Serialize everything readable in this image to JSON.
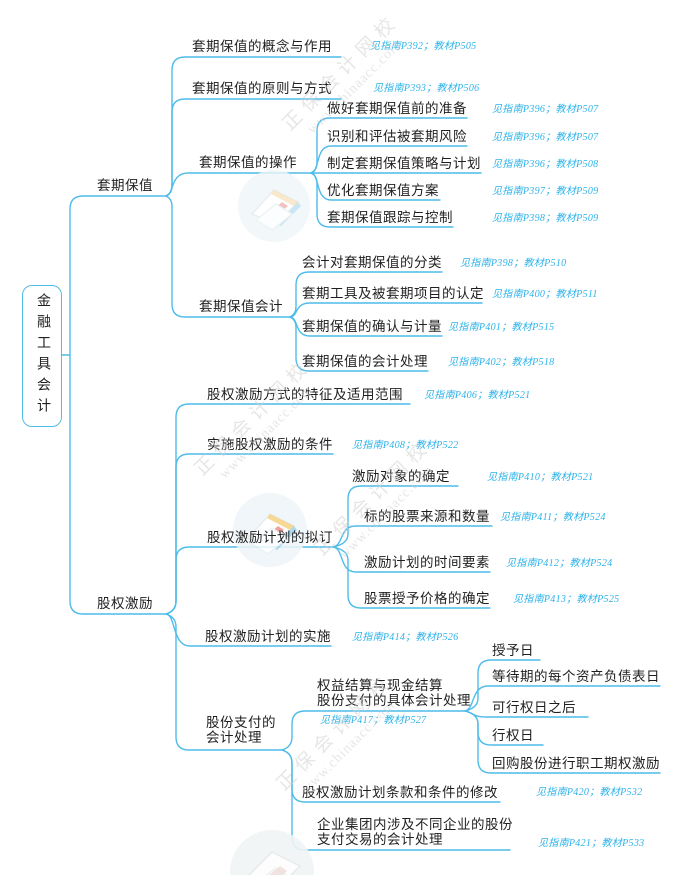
{
  "colors": {
    "branch_line": "#4fbce9",
    "ref_text": "#2eb3ea",
    "node_text": "#1f1f1f",
    "watermark": "#d2d2d2"
  },
  "root": {
    "label": "金融工具会计"
  },
  "watermark": {
    "brand": "正保会计网校",
    "url": "www.chinaacc.com",
    "logo": "paper-plane-logo"
  },
  "tree": {
    "hedging": {
      "label": "套期保值",
      "children": [
        {
          "label": "套期保值的概念与作用",
          "ref": "见指南P392；教材P505"
        },
        {
          "label": "套期保值的原则与方式",
          "ref": "见指南P393；教材P506"
        },
        {
          "label": "套期保值的操作",
          "children": [
            {
              "label": "做好套期保值前的准备",
              "ref": "见指南P396；教材P507"
            },
            {
              "label": "识别和评估被套期风险",
              "ref": "见指南P396；教材P507"
            },
            {
              "label": "制定套期保值策略与计划",
              "ref": "见指南P396；教材P508"
            },
            {
              "label": "优化套期保值方案",
              "ref": "见指南P397；教材P509"
            },
            {
              "label": "套期保值跟踪与控制",
              "ref": "见指南P398；教材P509"
            }
          ]
        },
        {
          "label": "套期保值会计",
          "children": [
            {
              "label": "会计对套期保值的分类",
              "ref": "见指南P398；教材P510"
            },
            {
              "label": "套期工具及被套期项目的认定",
              "ref": "见指南P400；教材P511"
            },
            {
              "label": "套期保值的确认与计量",
              "ref": "见指南P401；教材P515"
            },
            {
              "label": "套期保值的会计处理",
              "ref": "见指南P402；教材P518"
            }
          ]
        }
      ]
    },
    "equity": {
      "label": "股权激励",
      "children": [
        {
          "label": "股权激励方式的特征及适用范围",
          "ref": "见指南P406；教材P521"
        },
        {
          "label": "实施股权激励的条件",
          "ref": "见指南P408；教材P522"
        },
        {
          "label": "股权激励计划的拟订",
          "children": [
            {
              "label": "激励对象的确定",
              "ref": "见指南P410；教材P521"
            },
            {
              "label": "标的股票来源和数量",
              "ref": "见指南P411；教材P524"
            },
            {
              "label": "激励计划的时间要素",
              "ref": "见指南P412；教材P524"
            },
            {
              "label": "股票授予价格的确定",
              "ref": "见指南P413；教材P525"
            }
          ]
        },
        {
          "label": "股权激励计划的实施",
          "ref": "见指南P414；教材P526"
        },
        {
          "lines": [
            "股份支付的",
            "会计处理"
          ],
          "children": [
            {
              "lines": [
                "权益结算与现金结算",
                "股份支付的具体会计处理"
              ],
              "ref": "见指南P417；教材P527",
              "children": [
                {
                  "label": "授予日"
                },
                {
                  "label": "等待期的每个资产负债表日"
                },
                {
                  "label": "可行权日之后"
                },
                {
                  "label": "行权日"
                },
                {
                  "label": "回购股份进行职工期权激励"
                }
              ]
            },
            {
              "label": "股权激励计划条款和条件的修改",
              "ref": "见指南P420；教材P532"
            },
            {
              "lines": [
                "企业集团内涉及不同企业的股份",
                "支付交易的会计处理"
              ],
              "ref": "见指南P421；教材P533"
            }
          ]
        }
      ]
    }
  }
}
